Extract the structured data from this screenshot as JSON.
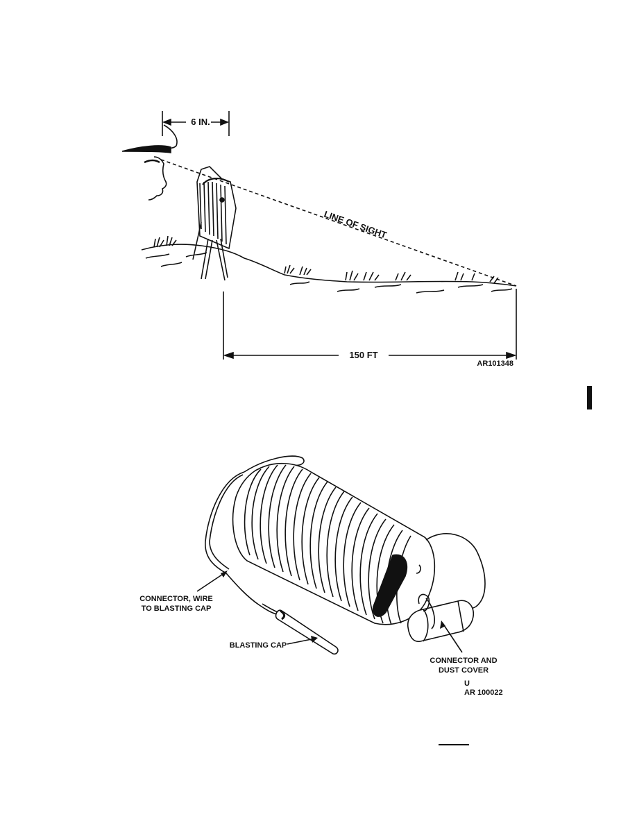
{
  "figure1": {
    "label_distance_top": "6 IN.",
    "label_line_of_sight": "LINE OF SIGHT",
    "label_distance_bottom": "150 FT",
    "figure_id": "AR101348"
  },
  "figure2": {
    "label_connector_wire_line1": "CONNECTOR, WIRE",
    "label_connector_wire_line2": "TO BLASTING CAP",
    "label_blasting_cap": "BLASTING CAP",
    "label_connector_dust_line1": "CONNECTOR AND",
    "label_connector_dust_line2": "DUST COVER",
    "figure_id_line1": "U",
    "figure_id_line2": "AR 100022"
  }
}
